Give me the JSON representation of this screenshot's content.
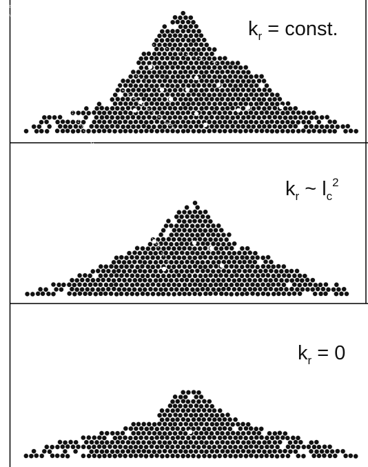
{
  "panels": [
    {
      "label": {
        "symbol": "k",
        "subscript": "r",
        "relation": "= const.",
        "base": "",
        "superscript": ""
      }
    },
    {
      "label": {
        "symbol": "k",
        "subscript": "r",
        "relation": "~ l",
        "base": "c",
        "superscript": "2"
      }
    },
    {
      "label": {
        "symbol": "k",
        "subscript": "r",
        "relation": "= 0",
        "base": "",
        "superscript": ""
      }
    }
  ],
  "colors": {
    "grain": "#111111",
    "void": "#ffffff",
    "frame": "#000000"
  }
}
